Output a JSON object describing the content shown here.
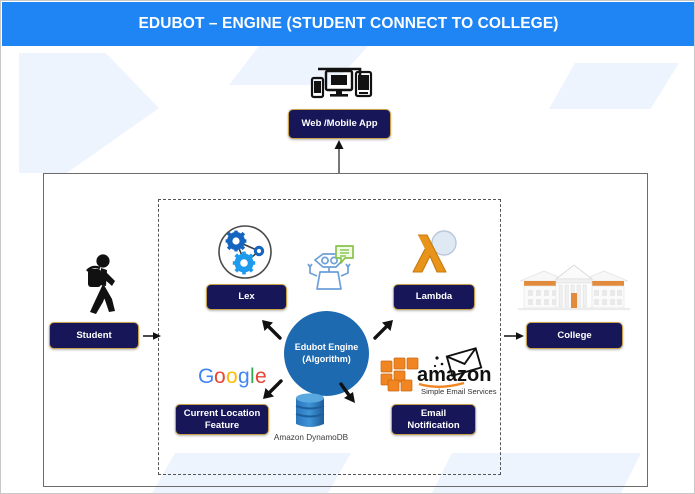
{
  "header": {
    "title": "EDUBOT – ENGINE  (STUDENT CONNECT TO COLLEGE)",
    "background_color": "#1f85f5",
    "text_color": "#ffffff"
  },
  "theme": {
    "box_fill": "#161659",
    "box_border": "#c9a34a",
    "engine_circle": "#1d6ab0",
    "frame_stroke": "#6c6c6c",
    "arrow_color": "#111111",
    "lambda_orange": "#e8941a",
    "lex_blue": "#1565c0",
    "ses_orange": "#f08521"
  },
  "nodes": {
    "webapp": {
      "label": "Web /Mobile App",
      "icon": "devices-icon"
    },
    "student": {
      "label": "Student",
      "icon": "walking-student-icon"
    },
    "lex": {
      "label": "Lex",
      "icon": "lex-gears-icon"
    },
    "lambda": {
      "label": "Lambda",
      "icon": "aws-lambda-icon"
    },
    "location": {
      "label": "Current Location Feature",
      "label_line1": "Current Location",
      "label_line2": "Feature",
      "icon": "google-logo-icon"
    },
    "email": {
      "label": "Email Notification",
      "label_line1": "Email",
      "label_line2": "Notification",
      "icon": "amazon-ses-icon"
    },
    "college": {
      "label": "College",
      "icon": "college-building-icon"
    },
    "engine": {
      "line1": "Edubot Engine",
      "line2": "(Algorithm)",
      "icon": "chatbot-robot-icon"
    },
    "database": {
      "caption": "Amazon DynamoDB",
      "icon": "dynamodb-icon"
    }
  },
  "logos": {
    "google": {
      "letters": [
        "G",
        "o",
        "o",
        "g",
        "l",
        "e"
      ],
      "colors": [
        "#4285F4",
        "#EA4335",
        "#FBBC05",
        "#4285F4",
        "#34A853",
        "#EA4335"
      ]
    },
    "amazon_ses": {
      "wordmark": "amazon",
      "tagline": "Simple Email Services"
    }
  },
  "connections": [
    {
      "from": "student",
      "to": "engine-group",
      "direction": "right"
    },
    {
      "from": "engine-group",
      "to": "college",
      "direction": "right"
    },
    {
      "from": "frame",
      "to": "webapp",
      "direction": "up"
    },
    {
      "from": "engine",
      "to": "lex",
      "direction": "up-left"
    },
    {
      "from": "engine",
      "to": "lambda",
      "direction": "up-right"
    },
    {
      "from": "engine",
      "to": "location",
      "direction": "down-left"
    },
    {
      "from": "engine",
      "to": "email",
      "direction": "down-right"
    }
  ]
}
